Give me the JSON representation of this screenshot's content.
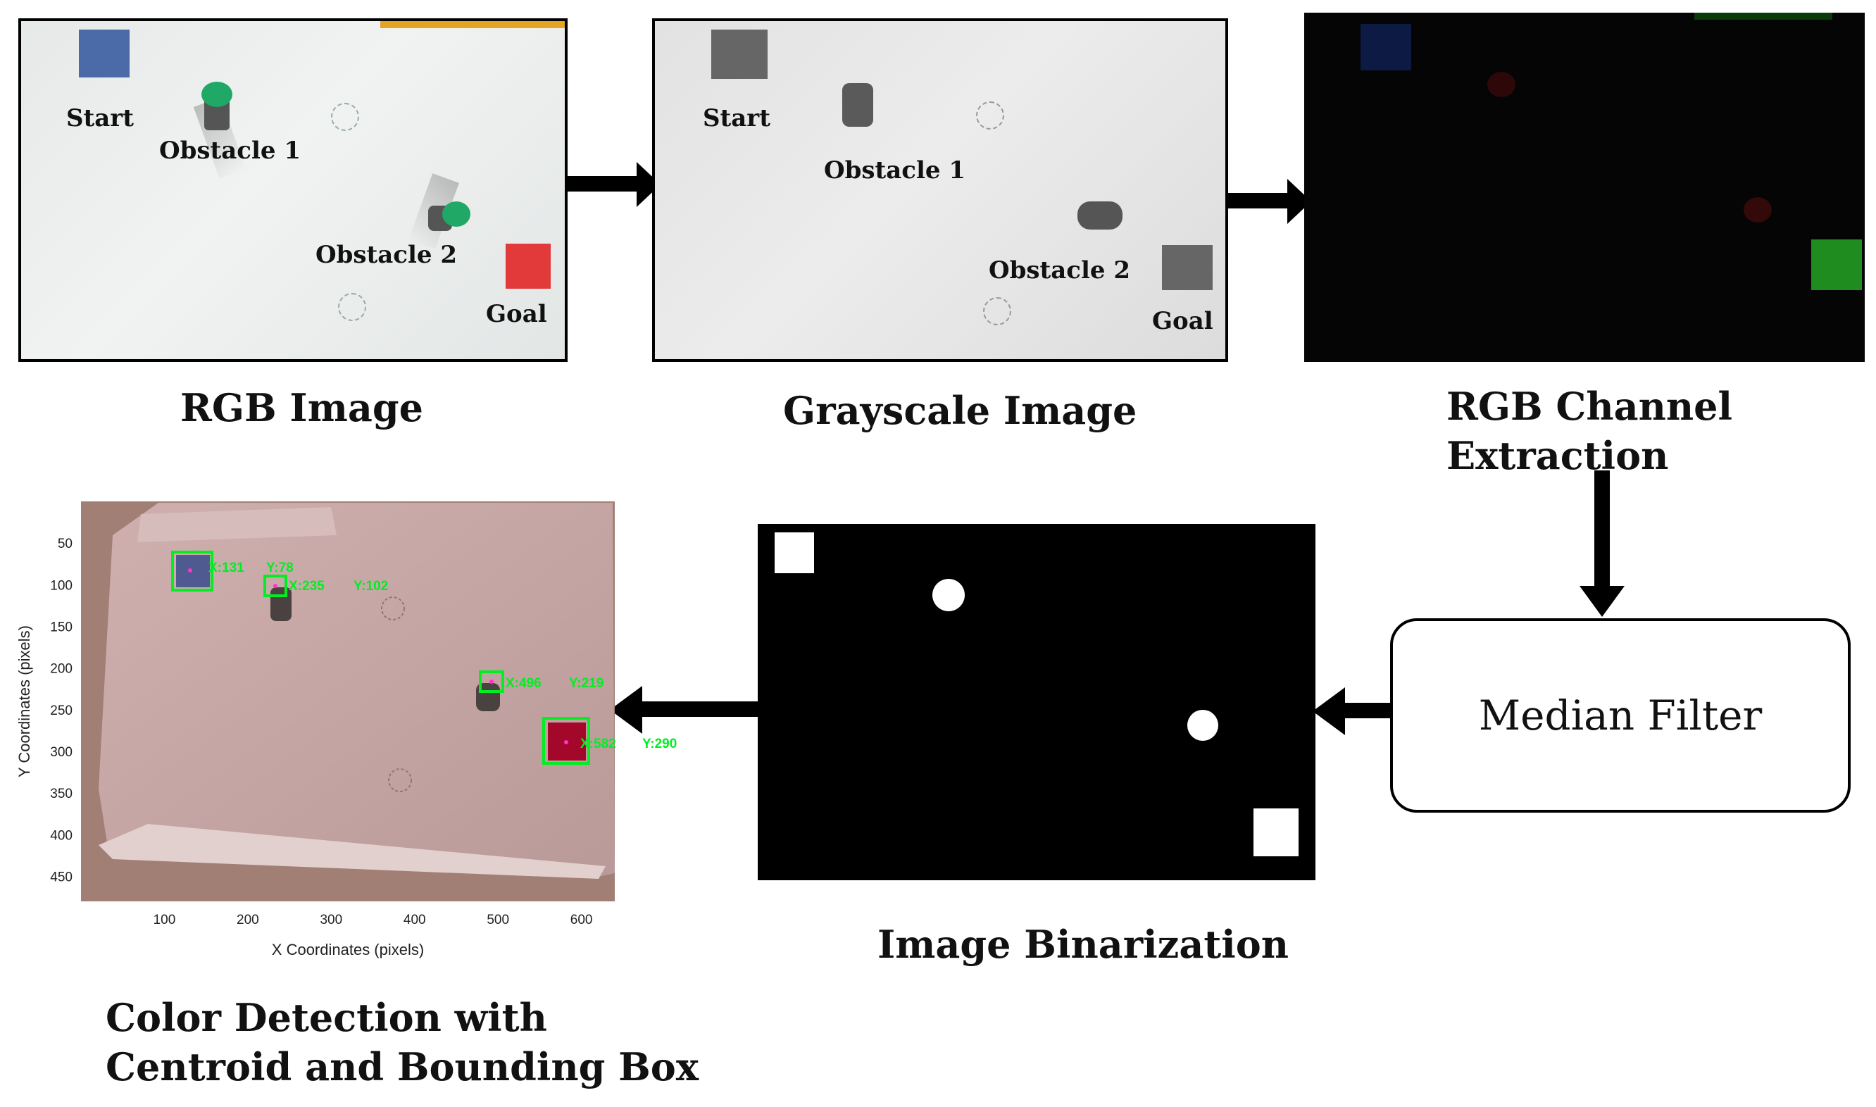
{
  "panels": {
    "rgb": {
      "caption": "RGB Image",
      "labels": {
        "start": "Start",
        "obstacle1": "Obstacle 1",
        "obstacle2": "Obstacle 2",
        "goal": "Goal"
      }
    },
    "grayscale": {
      "caption": "Grayscale Image",
      "labels": {
        "start": "Start",
        "obstacle1": "Obstacle 1",
        "obstacle2": "Obstacle 2",
        "goal": "Goal"
      }
    },
    "rgb_channel": {
      "caption_line1": "RGB Channel",
      "caption_line2": "Extraction"
    },
    "median_filter": {
      "label": "Median Filter"
    },
    "binarization": {
      "caption": "Image Binarization"
    },
    "detection": {
      "caption_line1": "Color Detection with",
      "caption_line2": "Centroid and Bounding Box",
      "x_axis_title": "X Coordinates (pixels)",
      "y_axis_title": "Y Coordinates (pixels)",
      "x_ticks": [
        "100",
        "200",
        "300",
        "400",
        "500",
        "600"
      ],
      "y_ticks": [
        "50",
        "100",
        "150",
        "200",
        "250",
        "300",
        "350",
        "400",
        "450"
      ],
      "detections": [
        {
          "label_x": "X:131",
          "label_y": "Y:78"
        },
        {
          "label_x": "X:235",
          "label_y": "Y:102"
        },
        {
          "label_x": "X:496",
          "label_y": "Y:219"
        },
        {
          "label_x": "X:582",
          "label_y": "Y:290"
        }
      ]
    }
  },
  "colors": {
    "start_blue": "#4a6aa8",
    "obstacle_green": "#1fa866",
    "goal_red": "#e23a3a",
    "box_green": "#00ee22",
    "plot_background": "#c9a9a8"
  }
}
